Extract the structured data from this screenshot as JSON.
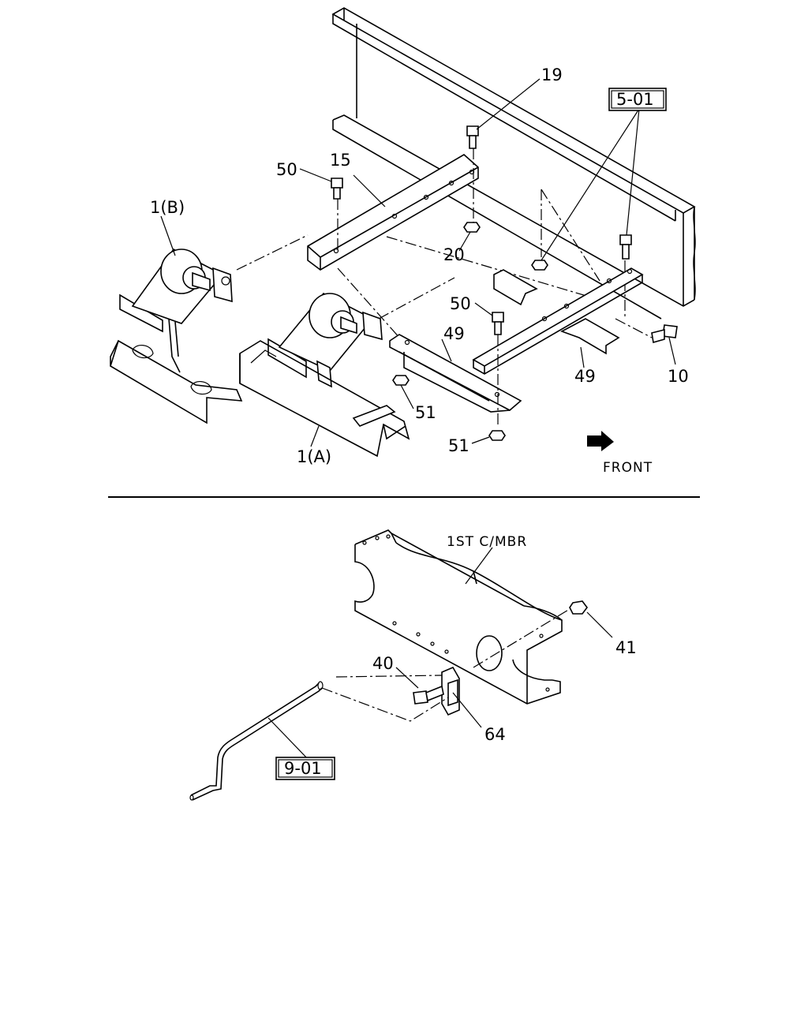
{
  "callouts": {
    "c19": "19",
    "c15": "15",
    "c50_top": "50",
    "c1b": "1(B)",
    "c20": "20",
    "c50_mid": "50",
    "c49_left": "49",
    "c49_right": "49",
    "c10": "10",
    "c51_a": "51",
    "c51_b": "51",
    "c1a": "1(A)",
    "c41": "41",
    "c40": "40",
    "c64": "64"
  },
  "references": {
    "ref_5_01": "5-01",
    "ref_9_01": "9-01"
  },
  "annotations": {
    "front": "FRONT",
    "crossmember": "1ST C/MBR"
  }
}
